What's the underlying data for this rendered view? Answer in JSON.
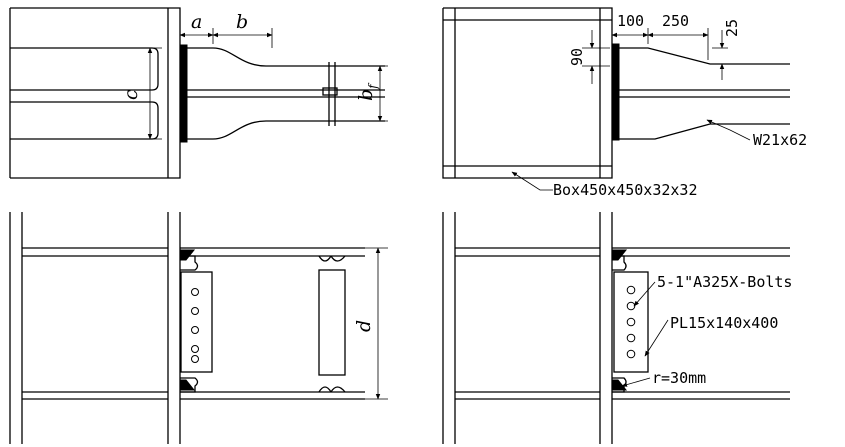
{
  "labels": {
    "a": "a",
    "b": "b",
    "c": "c",
    "bf": "b",
    "bf_sub": "f",
    "d": "d",
    "dim_100": "100",
    "dim_250": "250",
    "dim_25": "25",
    "dim_90": "90",
    "beam_section": "W21x62",
    "column_section": "Box450x450x32x32",
    "bolts": "5-1\"A325X-Bolts",
    "shear_plate": "PL15x140x400",
    "radius": "r=30mm"
  }
}
